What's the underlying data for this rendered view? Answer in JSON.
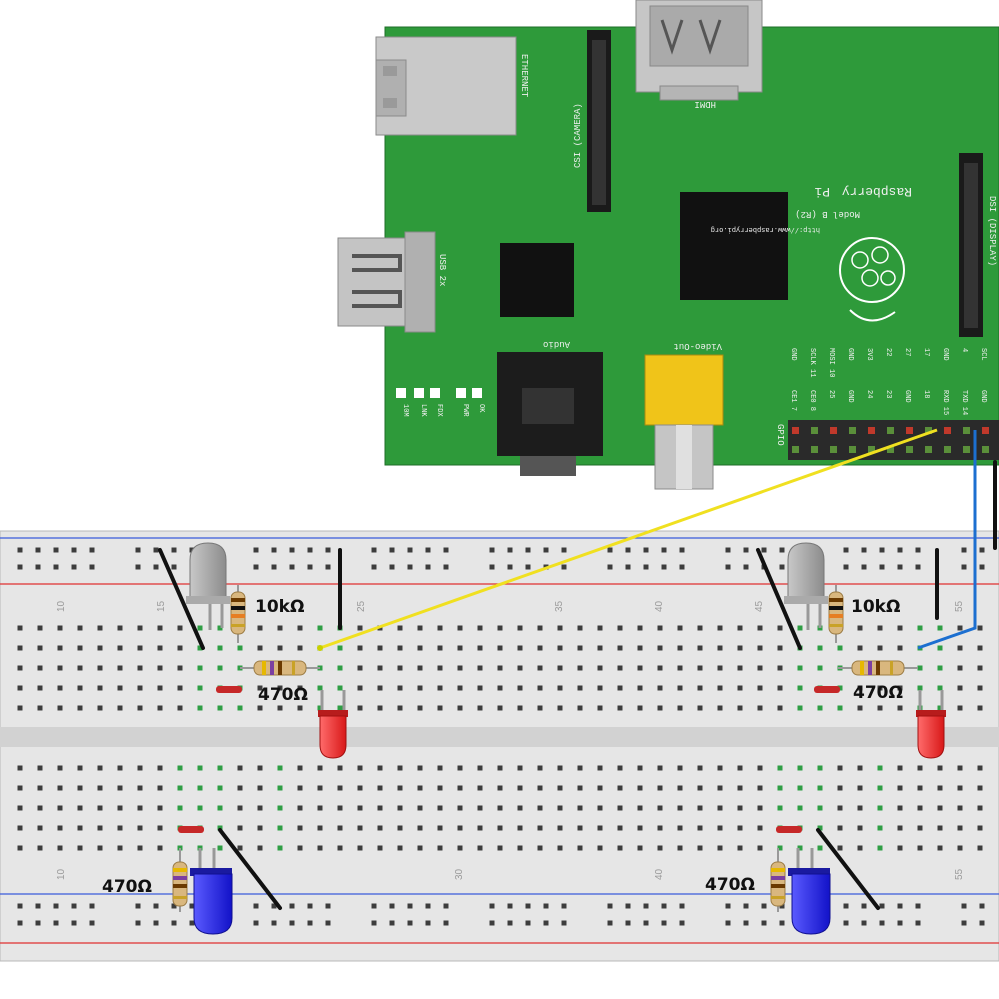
{
  "pi": {
    "ethernet": "ETHERNET",
    "csi": "CSI (CAMERA)",
    "hdmi": "HDMI",
    "usb": "USB 2x",
    "audio": "Audio",
    "video_out": "Video-Out",
    "gpio": "GPIO",
    "url": "http://www.raspberrypi.org",
    "model": "Model B (R2)",
    "pi": "Pi",
    "raspberry": "Raspberry",
    "dsi": "DSI (DISPLAY)",
    "leds": [
      "OK",
      "PWR",
      "FDX",
      "LNK",
      "10M"
    ],
    "gpio_top": [
      "GND",
      "SCLK 11",
      "MOSI 10",
      "GND",
      "3V3",
      "22",
      "27",
      "17",
      "GND",
      "4",
      "SCL"
    ],
    "gpio_bottom": [
      "CE1 7",
      "CE0 8",
      "25",
      "GND",
      "24",
      "23",
      "GND",
      "18",
      "RXD 15",
      "TXD 14",
      "GND"
    ]
  },
  "breadboard": {
    "top_col_numbers": [
      "10",
      "15",
      "25",
      "35",
      "40",
      "45",
      "55"
    ],
    "bottom_col_numbers": [
      "10",
      "30",
      "40",
      "55"
    ]
  },
  "labels": {
    "r1": "10kΩ",
    "r2": "470Ω",
    "r3": "10kΩ",
    "r4": "470Ω",
    "r5": "470Ω",
    "r6": "470Ω"
  }
}
